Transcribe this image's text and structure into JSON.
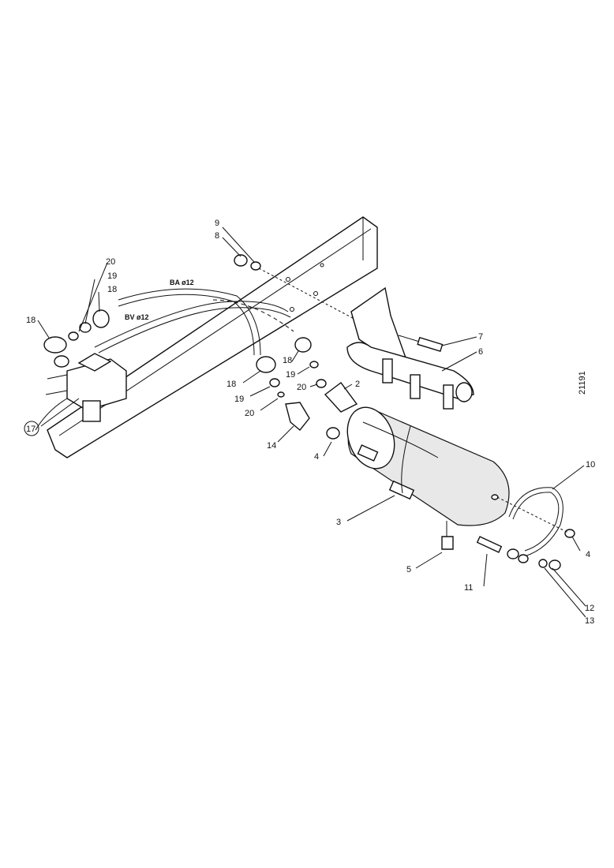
{
  "diagram": {
    "drawing_number": "21191",
    "line_labels": {
      "ba": "BA ø12",
      "bv": "BV ø12"
    },
    "callouts": {
      "c2": "2",
      "c3": "3",
      "c4a": "4",
      "c4b": "4",
      "c5": "5",
      "c6": "6",
      "c7": "7",
      "c8": "8",
      "c9": "9",
      "c10": "10",
      "c11": "11",
      "c12": "12",
      "c13": "13",
      "c14": "14",
      "c17": "17",
      "c18a": "18",
      "c18b": "18",
      "c18c": "18",
      "c18d": "18",
      "c19a": "19",
      "c19b": "19",
      "c19c": "19",
      "c20a": "20",
      "c20b": "20",
      "c20c": "20"
    }
  }
}
